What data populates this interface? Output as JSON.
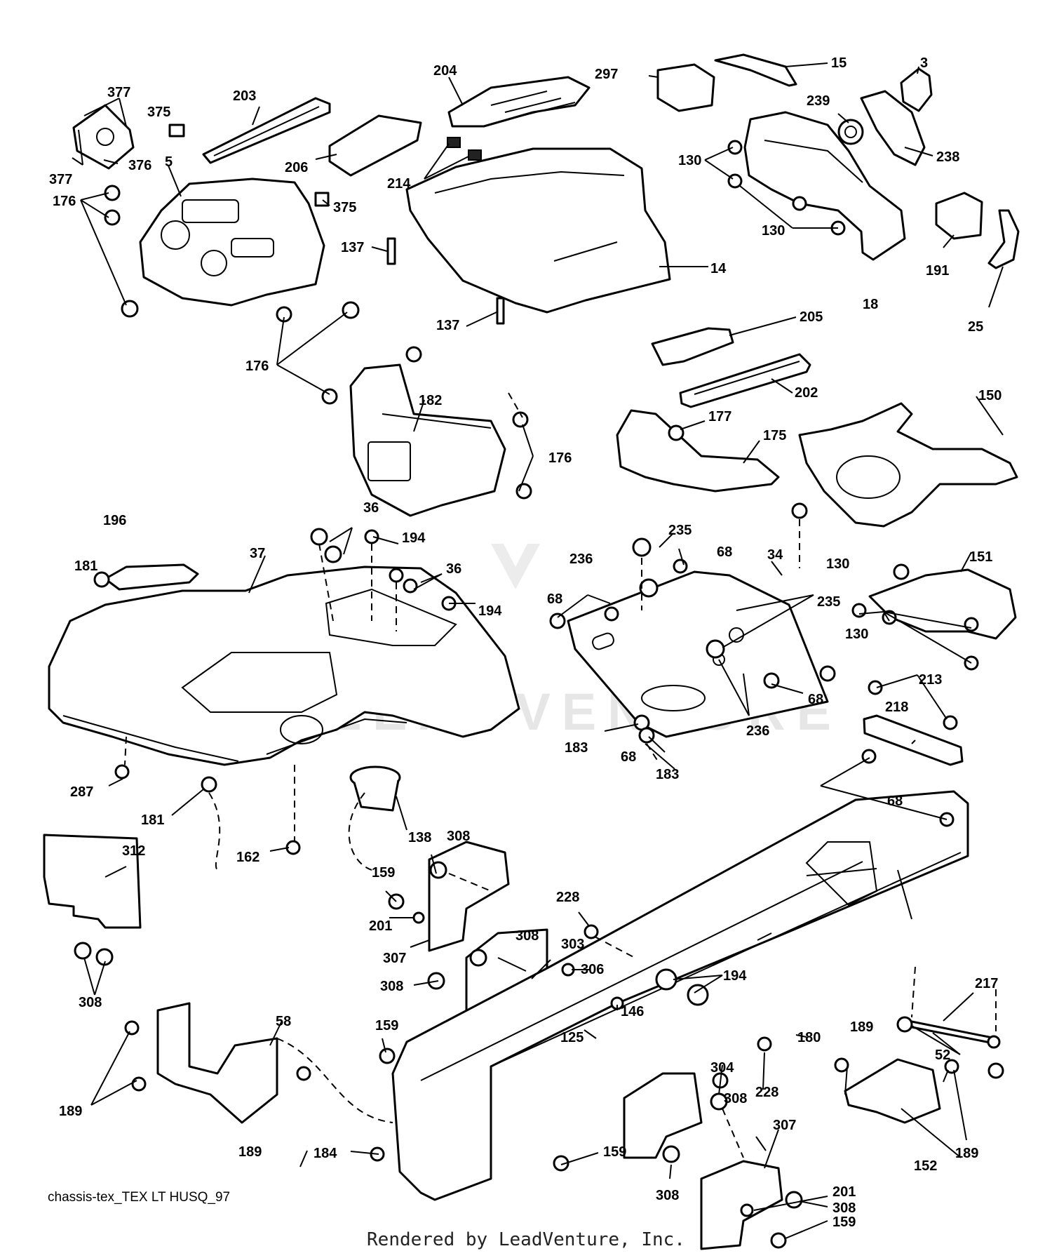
{
  "watermark": {
    "text": "LEADVENTURE"
  },
  "footer": {
    "diagram_code": "chassis-tex_TEX LT HUSQ_97",
    "rendered_by": "Rendered by LeadVenture, Inc."
  },
  "callouts": {
    "c377a": "377",
    "c377b": "377",
    "c375a": "375",
    "c203": "203",
    "c204": "204",
    "c297": "297",
    "c15": "15",
    "c3": "3",
    "c239": "239",
    "c238": "238",
    "c5": "5",
    "c376": "376",
    "c206": "206",
    "c214": "214",
    "c130a": "130",
    "c176a": "176",
    "c375b": "375",
    "c137a": "137",
    "c14": "14",
    "c130b": "130",
    "c191": "191",
    "c18": "18",
    "c25": "25",
    "c137b": "137",
    "c205": "205",
    "c176b": "176",
    "c202": "202",
    "c182": "182",
    "c177": "177",
    "c150": "150",
    "c175": "175",
    "c176c": "176",
    "c196": "196",
    "c36a": "36",
    "c235a": "235",
    "c37": "37",
    "c194a": "194",
    "c68a": "68",
    "c34": "34",
    "c181a": "181",
    "c36b": "36",
    "c236a": "236",
    "c130c": "130",
    "c151": "151",
    "c68b": "68",
    "c235b": "235",
    "c194b": "194",
    "c130d": "130",
    "c68c": "68",
    "c213": "213",
    "c183a": "183",
    "c236b": "236",
    "c218": "218",
    "c68d": "68",
    "c183b": "183",
    "c287": "287",
    "c68e": "68",
    "c181b": "181",
    "c138": "138",
    "c308a": "308",
    "c312": "312",
    "c162": "162",
    "c159a": "159",
    "c228a": "228",
    "c201a": "201",
    "c308b": "308",
    "c303": "303",
    "c307a": "307",
    "c306": "306",
    "c194c": "194",
    "c308c": "308",
    "c308d": "308",
    "c146": "146",
    "c217": "217",
    "c189a": "189",
    "c58": "58",
    "c159b": "159",
    "c125": "125",
    "c180": "180",
    "c52": "52",
    "c228b": "228",
    "c189b": "189",
    "c304": "304",
    "c308e": "308",
    "c189c": "189",
    "c189d": "189",
    "c184": "184",
    "c159c": "159",
    "c307b": "307",
    "c152": "152",
    "c308f": "308",
    "c308g": "308",
    "c201b": "201",
    "c159d": "159"
  }
}
